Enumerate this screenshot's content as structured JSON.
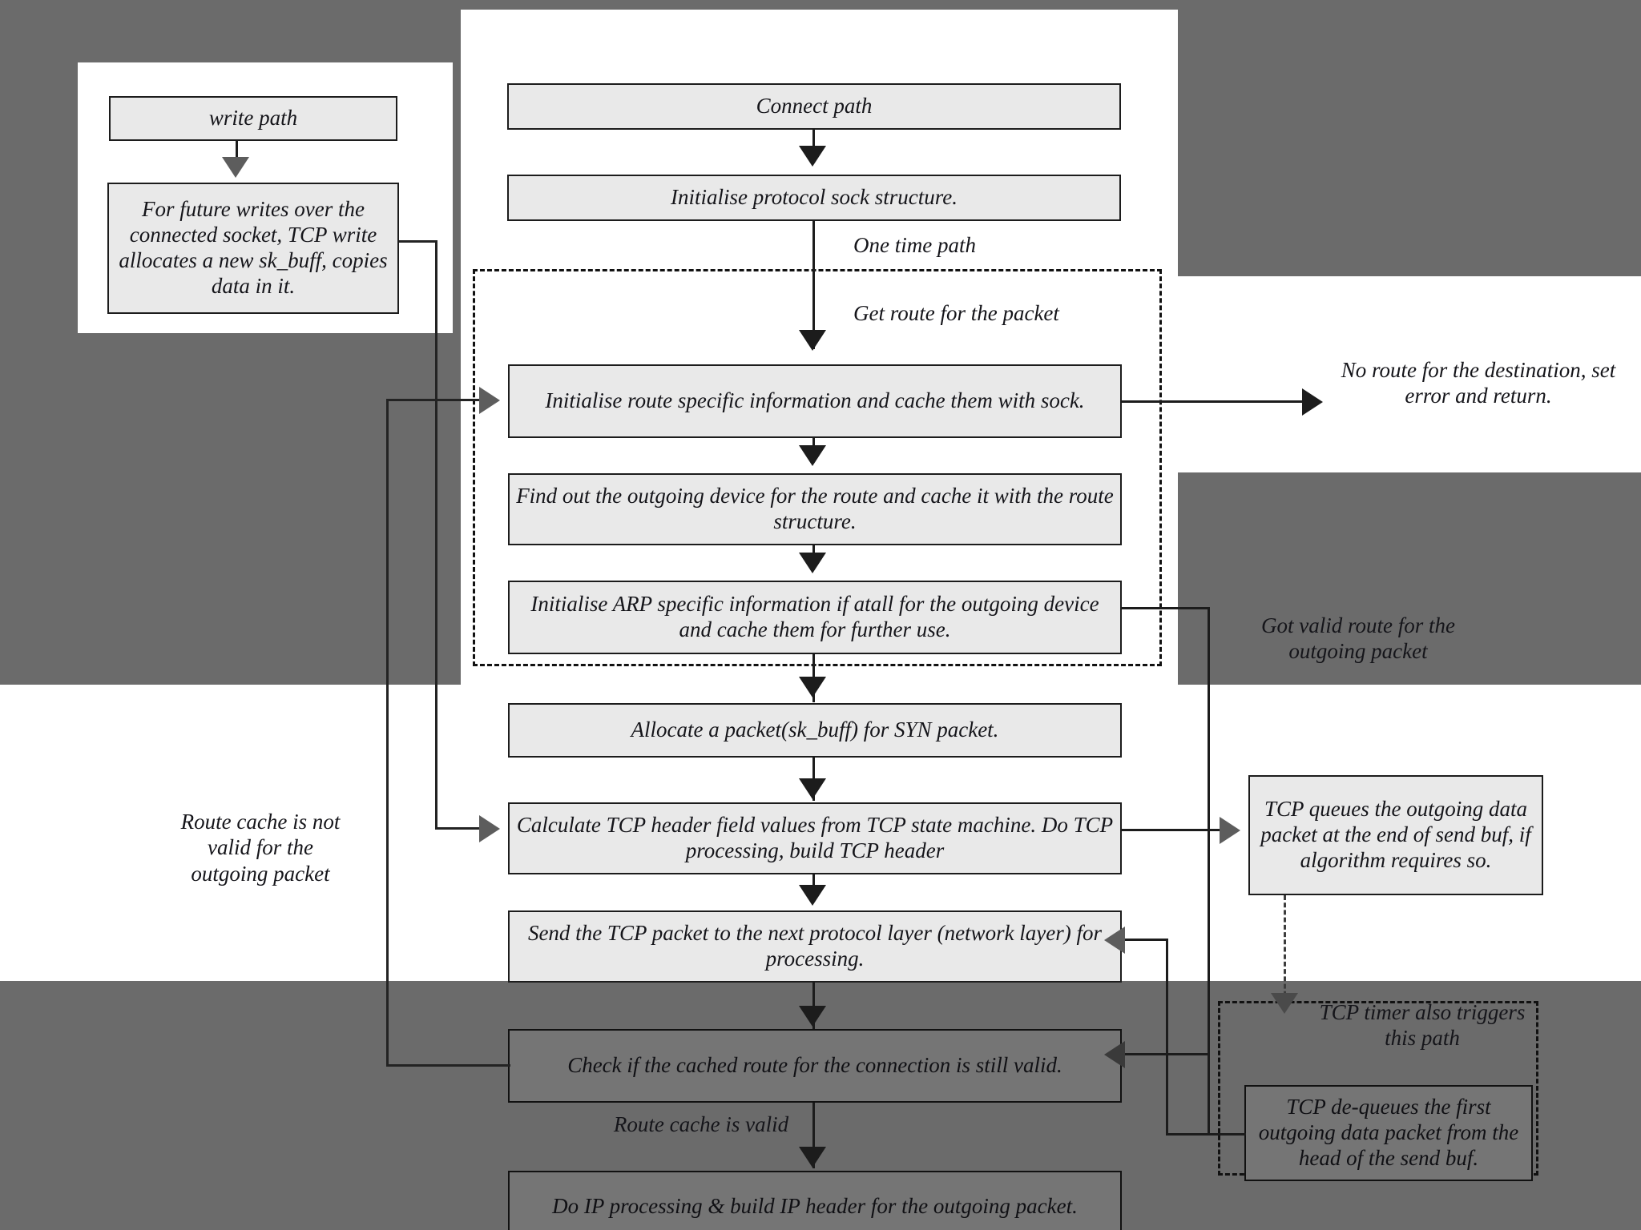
{
  "diagram": {
    "title": "TCP connect path and write path flowchart",
    "colors": {
      "box_fill": "#e9e9e9",
      "box_border": "#1c1c1c",
      "shade": "#6b6b6b",
      "dim_box_fill": "#757575",
      "arrow_dark": "#1c1c1c",
      "arrow_gray": "#5d5d5d"
    }
  },
  "write_path": {
    "header": "write path",
    "note": "For future writes over the connected socket, TCP write allocates a new sk_buff, copies data in it."
  },
  "connect_path": {
    "header": "Connect path",
    "init_sock": "Initialise protocol sock structure.",
    "one_time_path_label": "One time path",
    "get_route_label": "Get route for the packet",
    "init_route": "Initialise route specific information and cache them with sock.",
    "find_device": "Find out the outgoing device for the route and cache it with the route structure.",
    "init_arp": "Initialise ARP specific information if atall for the outgoing device and cache them for further use.",
    "allocate_syn": "Allocate a packet(sk_buff) for SYN packet.",
    "calc_tcp_header": "Calculate TCP header field values from TCP state machine. Do TCP processing, build TCP header",
    "send_tcp": "Send the TCP packet to the next protocol layer (network layer) for processing.",
    "check_route": "Check if the cached route for the connection is still valid.",
    "do_ip": "Do IP processing & build IP header for the outgoing packet."
  },
  "annotations": {
    "no_route": "No route for the destination, set error and return.",
    "got_valid_route": "Got valid route for the outgoing packet",
    "route_not_valid": "Route cache is not valid for the outgoing packet",
    "route_cache_valid": "Route cache is valid",
    "tcp_timer": "TCP timer also triggers this path"
  },
  "send_buffer": {
    "queue_note": "TCP queues the outgoing data packet at the end of send buf, if algorithm requires so.",
    "dequeue_note": "TCP de-queues the first outgoing data packet from the head of the send buf."
  }
}
